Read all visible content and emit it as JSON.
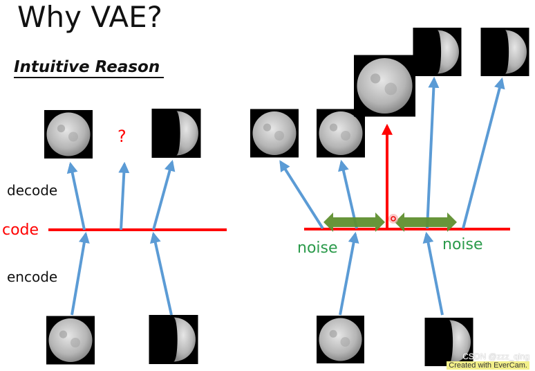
{
  "title": "Why VAE?",
  "subtitle": "Intuitive Reason",
  "labels": {
    "decode": "decode",
    "code": "code",
    "encode": "encode",
    "question": "?",
    "noise_left": "noise",
    "noise_right": "noise"
  },
  "watermark": {
    "csdn": "CSDN @zzz_qing",
    "evercam": "Created with EverCam."
  },
  "colors": {
    "arrow": "#5b9bd5",
    "code_line": "#ff0000",
    "noise_arrow": "#5f8f2f",
    "noise_text": "#2a9a4a"
  },
  "icons": [
    "full-moon-image",
    "half-moon-image"
  ]
}
